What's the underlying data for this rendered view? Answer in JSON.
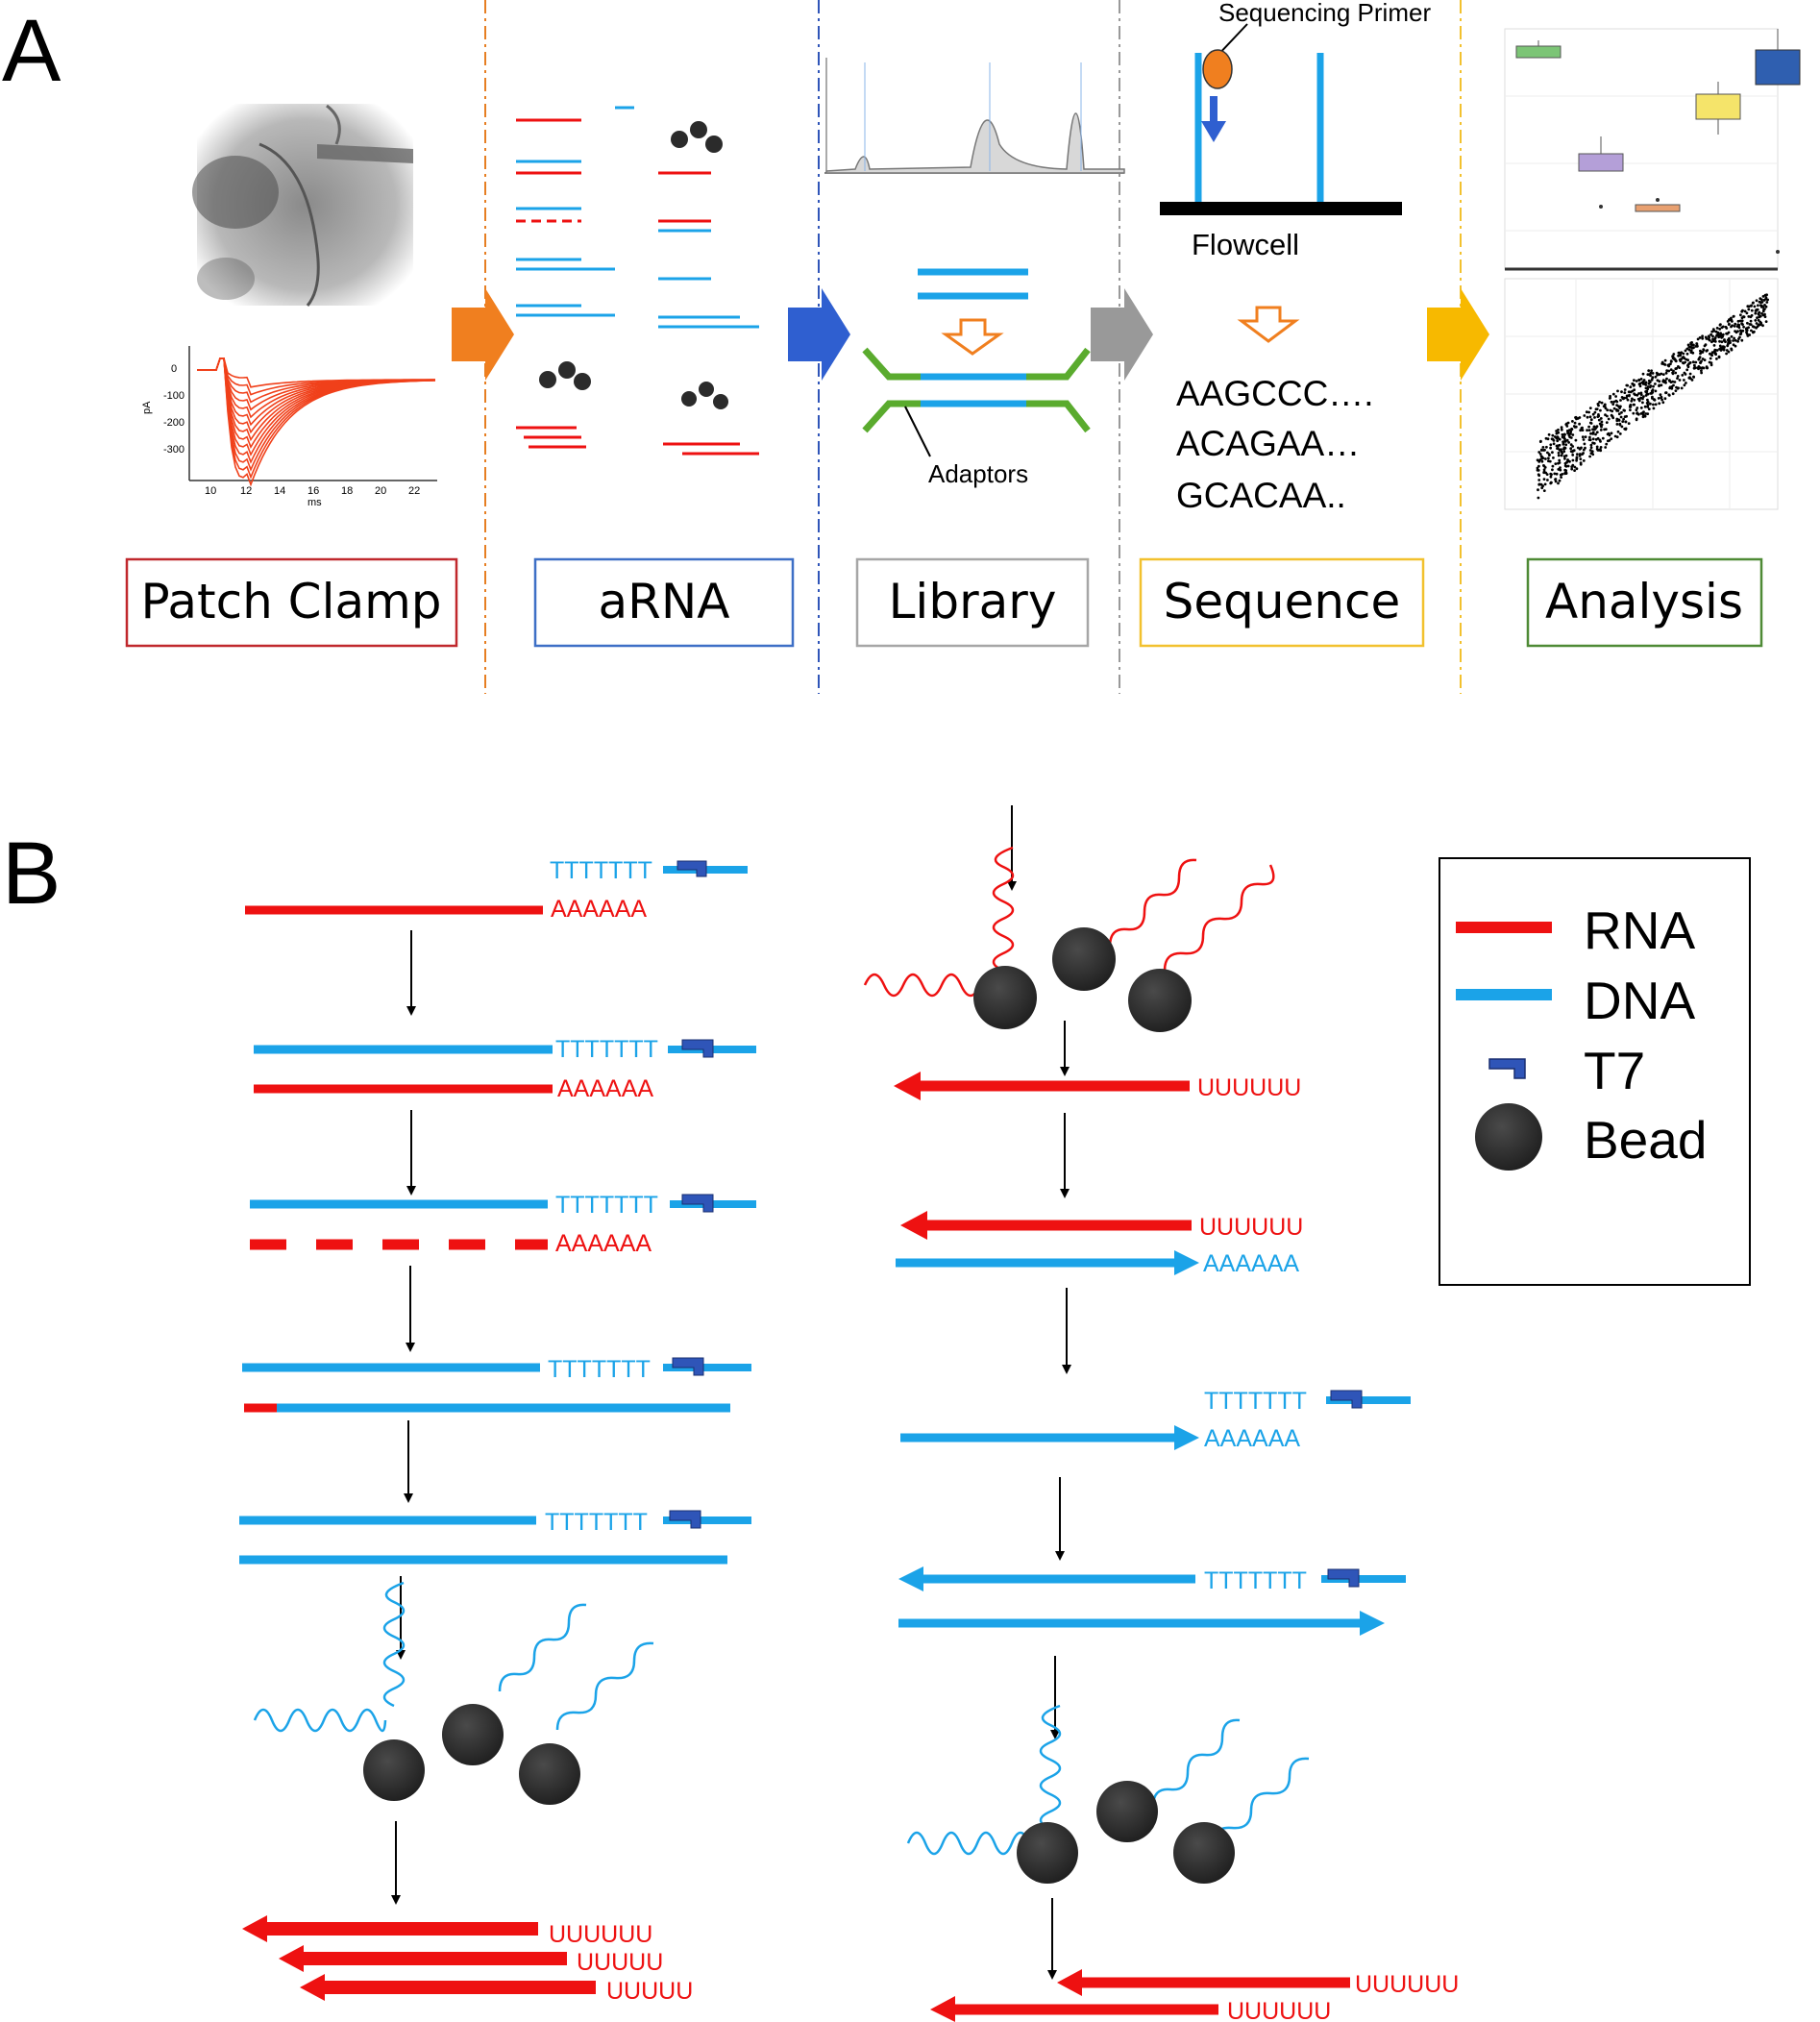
{
  "panel_a": {
    "letter": "A",
    "boxes": {
      "patch_clamp": "Patch Clamp",
      "arna": "aRNA",
      "library": "Library",
      "sequence": "Sequence",
      "analysis": "Analysis"
    },
    "colors": {
      "patch_clamp": "#c0282d",
      "arna": "#3d6fc6",
      "library": "#a6a6a6",
      "sequence": "#f2c12e",
      "analysis": "#4e8a35"
    },
    "trace_axis": {
      "y_ticks": [
        "0",
        "-100",
        "-200",
        "-300"
      ],
      "x_ticks": [
        "10",
        "12",
        "14",
        "16",
        "18",
        "20",
        "22"
      ],
      "y_unit": "pA",
      "x_unit": "ms"
    },
    "library": {
      "adaptors_label": "Adaptors"
    },
    "sequence": {
      "primer_label": "Sequencing Primer",
      "flowcell_label": "Flowcell",
      "reads": [
        "AAGCCC….",
        "ACAGAA…",
        "GCACAA.."
      ]
    }
  },
  "panel_b": {
    "letter": "B",
    "tails": {
      "polya": "AAAAAA",
      "polyt": "TTTTTTT",
      "polyu6": "UUUUUU",
      "polyu5": "UUUUU"
    },
    "legend": {
      "rna": "RNA",
      "dna": "DNA",
      "t7": "T7",
      "bead": "Bead"
    }
  },
  "colors": {
    "rna": "#ee1111",
    "dna": "#1ba3e8",
    "t7": "#2f55b8",
    "bead": "#2b2b2b"
  }
}
